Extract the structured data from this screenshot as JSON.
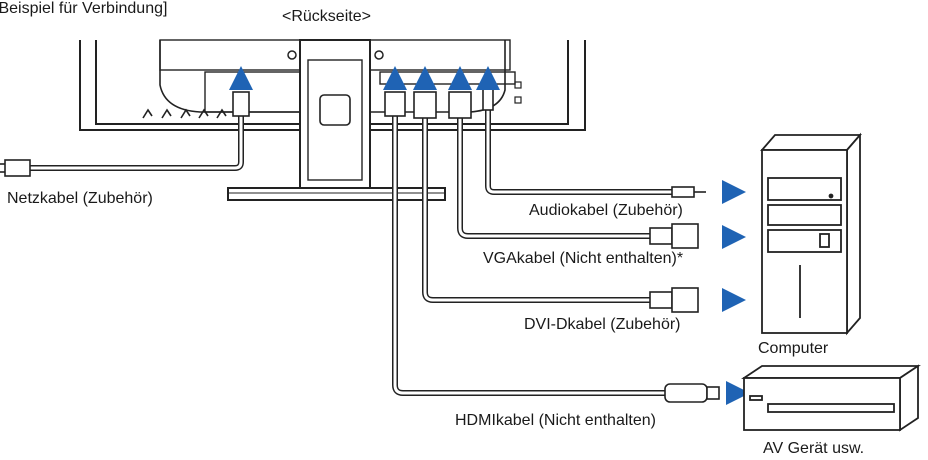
{
  "caption": "[Beispiel für Verbindung]",
  "view_label": "<Rückseite>",
  "colors": {
    "line": "#222222",
    "arrow": "#1f63b4",
    "cable": "#ffffff"
  },
  "cables": [
    {
      "label": "Netzkabel (Zubehör)"
    },
    {
      "label": "Audiokabel (Zubehör)"
    },
    {
      "label": "VGAkabel (Nicht enthalten)*"
    },
    {
      "label": "DVI-Dkabel (Zubehör)"
    },
    {
      "label": "HDMIkabel (Nicht enthalten)"
    }
  ],
  "devices": [
    {
      "label": "Computer"
    },
    {
      "label": "AV Gerät usw."
    }
  ]
}
